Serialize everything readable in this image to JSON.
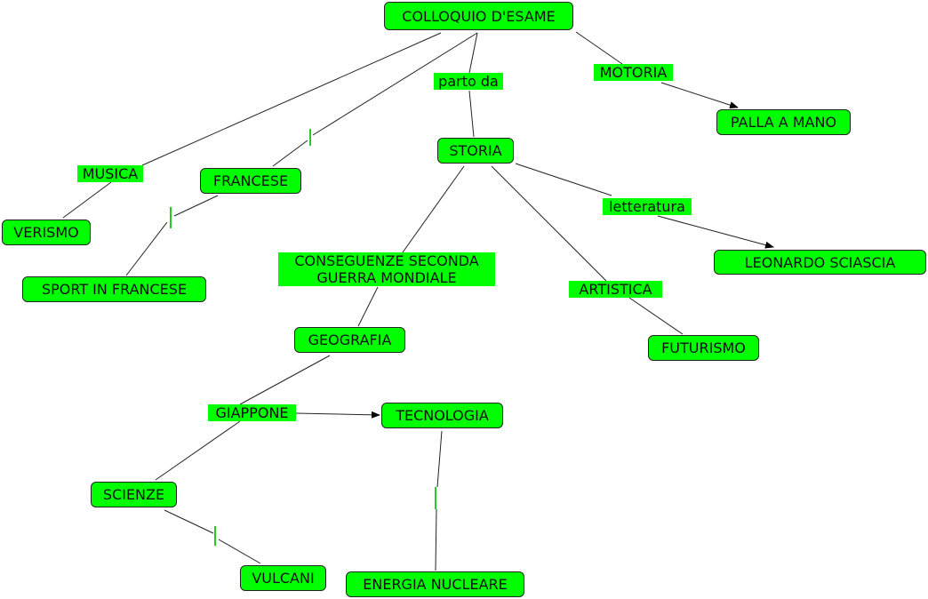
{
  "concepts": {
    "colloquio": "COLLOQUIO D'ESAME",
    "palla": "PALLA A MANO",
    "storia": "STORIA",
    "francese": "FRANCESE",
    "verismo": "VERISMO",
    "sport": "SPORT IN FRANCESE",
    "sciascia": "LEONARDO SCIASCIA",
    "futurismo": "FUTURISMO",
    "geografia": "GEOGRAFIA",
    "tecnologia": "TECNOLOGIA",
    "scienze": "SCIENZE",
    "vulcani": "VULCANI",
    "energia": "ENERGIA NUCLEARE"
  },
  "links": {
    "motoria": "MOTORIA",
    "parto": "parto da",
    "musica": "MUSICA",
    "letteratura": "letteratura",
    "conseguenze1": "CONSEGUENZE SECONDA",
    "conseguenze2": "GUERRA MONDIALE",
    "artistica": "ARTISTICA",
    "giappone": "GIAPPONE"
  },
  "colors": {
    "node_fill": "#00ff00",
    "line": "#222222"
  }
}
